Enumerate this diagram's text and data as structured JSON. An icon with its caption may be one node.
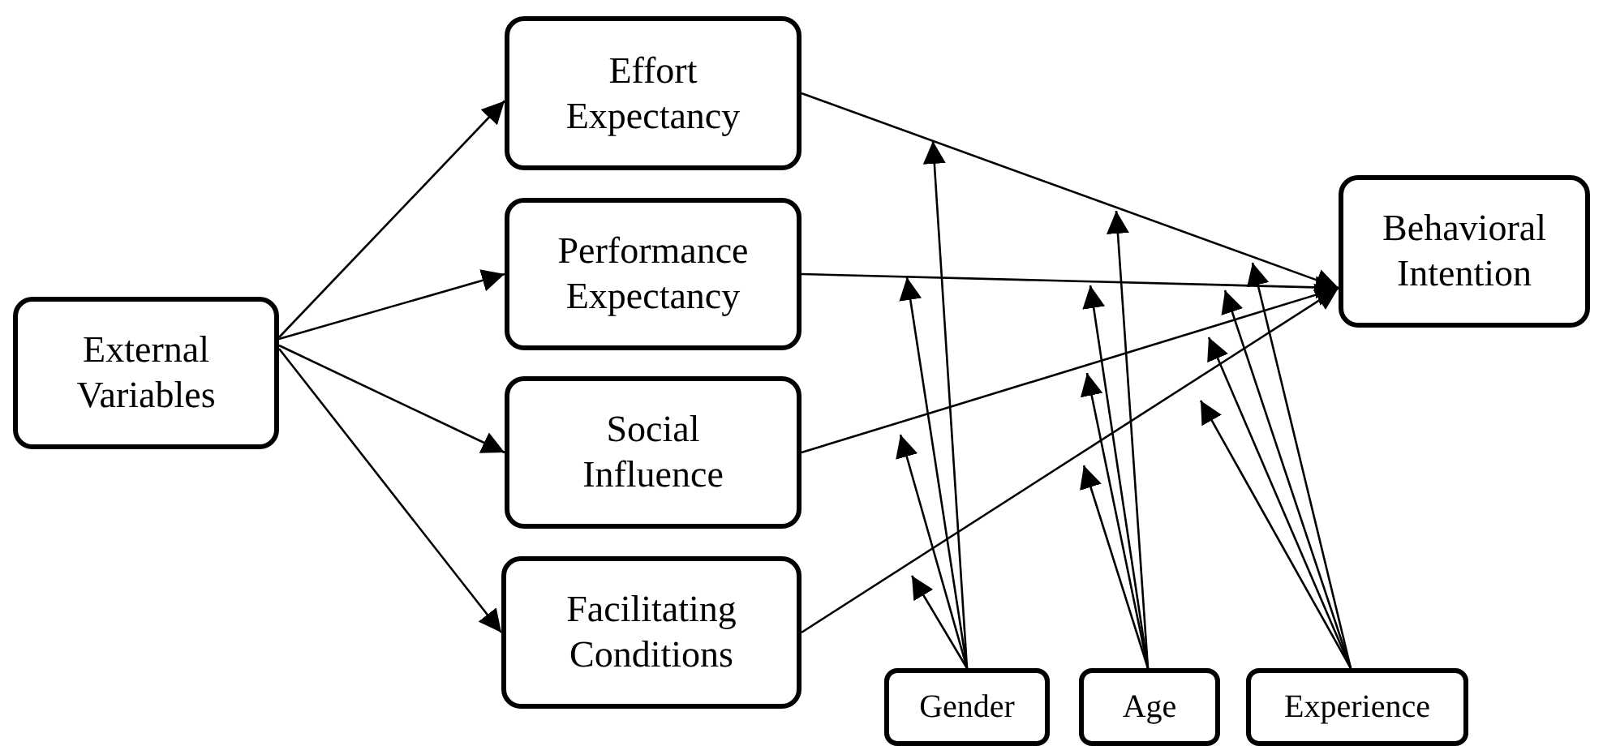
{
  "diagram": {
    "nodes": [
      {
        "text": [
          "External Variables"
        ]
      },
      {
        "text": [
          "Effort Expectancy"
        ]
      },
      {
        "text": [
          "Performance Expectancy"
        ]
      },
      {
        "text": [
          "Social Influence"
        ]
      },
      {
        "text": [
          "Facilitating Conditions"
        ]
      },
      {
        "text": [
          "Behavioral Intention"
        ]
      },
      {
        "text": [
          "Gender"
        ]
      },
      {
        "text": [
          "Age"
        ]
      },
      {
        "text": [
          "Experience"
        ]
      }
    ],
    "edges": [
      {
        "from": 0,
        "to": 1,
        "arrow": "to"
      },
      {
        "from": 0,
        "to": 2,
        "arrow": "to"
      },
      {
        "from": 0,
        "to": 3,
        "arrow": "to"
      },
      {
        "from": 0,
        "to": 4,
        "arrow": "to"
      },
      {
        "from": 1,
        "to": 5,
        "arrow": "to"
      },
      {
        "from": 2,
        "to": 5,
        "arrow": "to"
      },
      {
        "from": 3,
        "to": 5,
        "arrow": "to"
      },
      {
        "from": 4,
        "to": 5,
        "arrow": "to"
      },
      {
        "from": 6,
        "to": null,
        "arrow": "to"
      },
      {
        "from": 6,
        "to": null,
        "arrow": "to"
      },
      {
        "from": 6,
        "to": null,
        "arrow": "to"
      },
      {
        "from": 6,
        "to": null,
        "arrow": "to"
      },
      {
        "from": 7,
        "to": null,
        "arrow": "to"
      },
      {
        "from": 7,
        "to": null,
        "arrow": "to"
      },
      {
        "from": 7,
        "to": null,
        "arrow": "to"
      },
      {
        "from": 7,
        "to": null,
        "arrow": "to"
      },
      {
        "from": 8,
        "to": null,
        "arrow": "to"
      },
      {
        "from": 8,
        "to": null,
        "arrow": "to"
      },
      {
        "from": 8,
        "to": null,
        "arrow": "to"
      },
      {
        "from": 8,
        "to": null,
        "arrow": "to"
      }
    ]
  }
}
